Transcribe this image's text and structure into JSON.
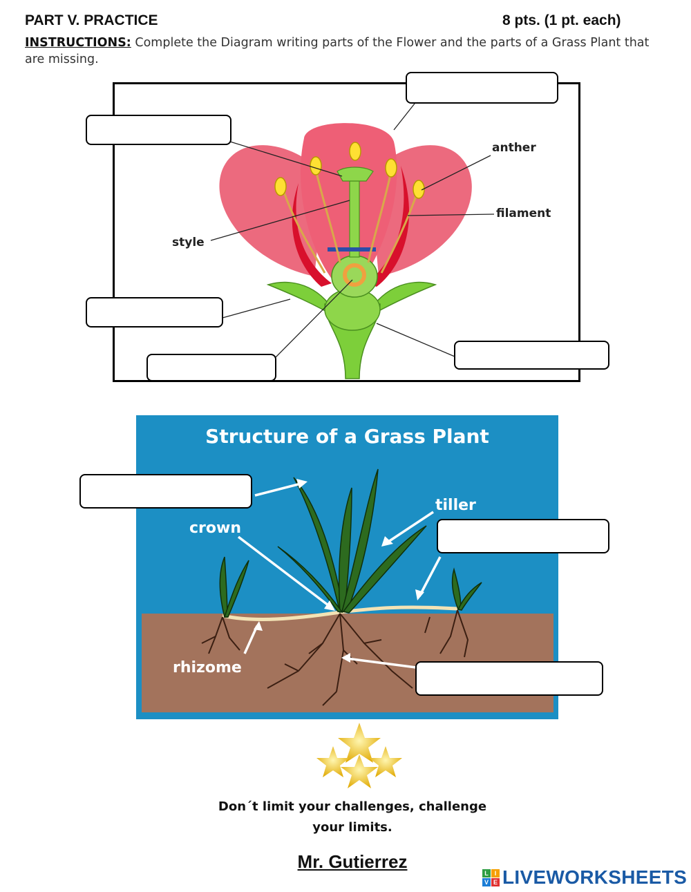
{
  "header": {
    "part_title": "PART V. PRACTICE",
    "points": "8 pts. (1 pt. each)",
    "instructions_label": "INSTRUCTIONS:",
    "instructions_text": " Complete the Diagram writing parts of the Flower and the parts of a Grass Plant that are missing."
  },
  "flower": {
    "labels": {
      "anther": "anther",
      "filament": "filament",
      "style": "style"
    },
    "answer_boxes": [
      "",
      "",
      "",
      "",
      ""
    ]
  },
  "grass": {
    "title": "Structure of a Grass Plant",
    "labels": {
      "tiller": "tiller",
      "crown": "crown",
      "rhizome": "rhizome"
    },
    "answer_boxes": [
      "",
      "",
      ""
    ]
  },
  "footer": {
    "motto_line1": "Don´t limit your challenges, challenge",
    "motto_line2": "your limits.",
    "teacher": "Mr. Gutierrez",
    "brand": "LIVEWORKSHEETS",
    "brand_logo_letters": [
      "L",
      "I",
      "V",
      "E"
    ],
    "brand_logo_colors": [
      "#2f9e44",
      "#f59f00",
      "#1c7ed6",
      "#e03131"
    ]
  }
}
